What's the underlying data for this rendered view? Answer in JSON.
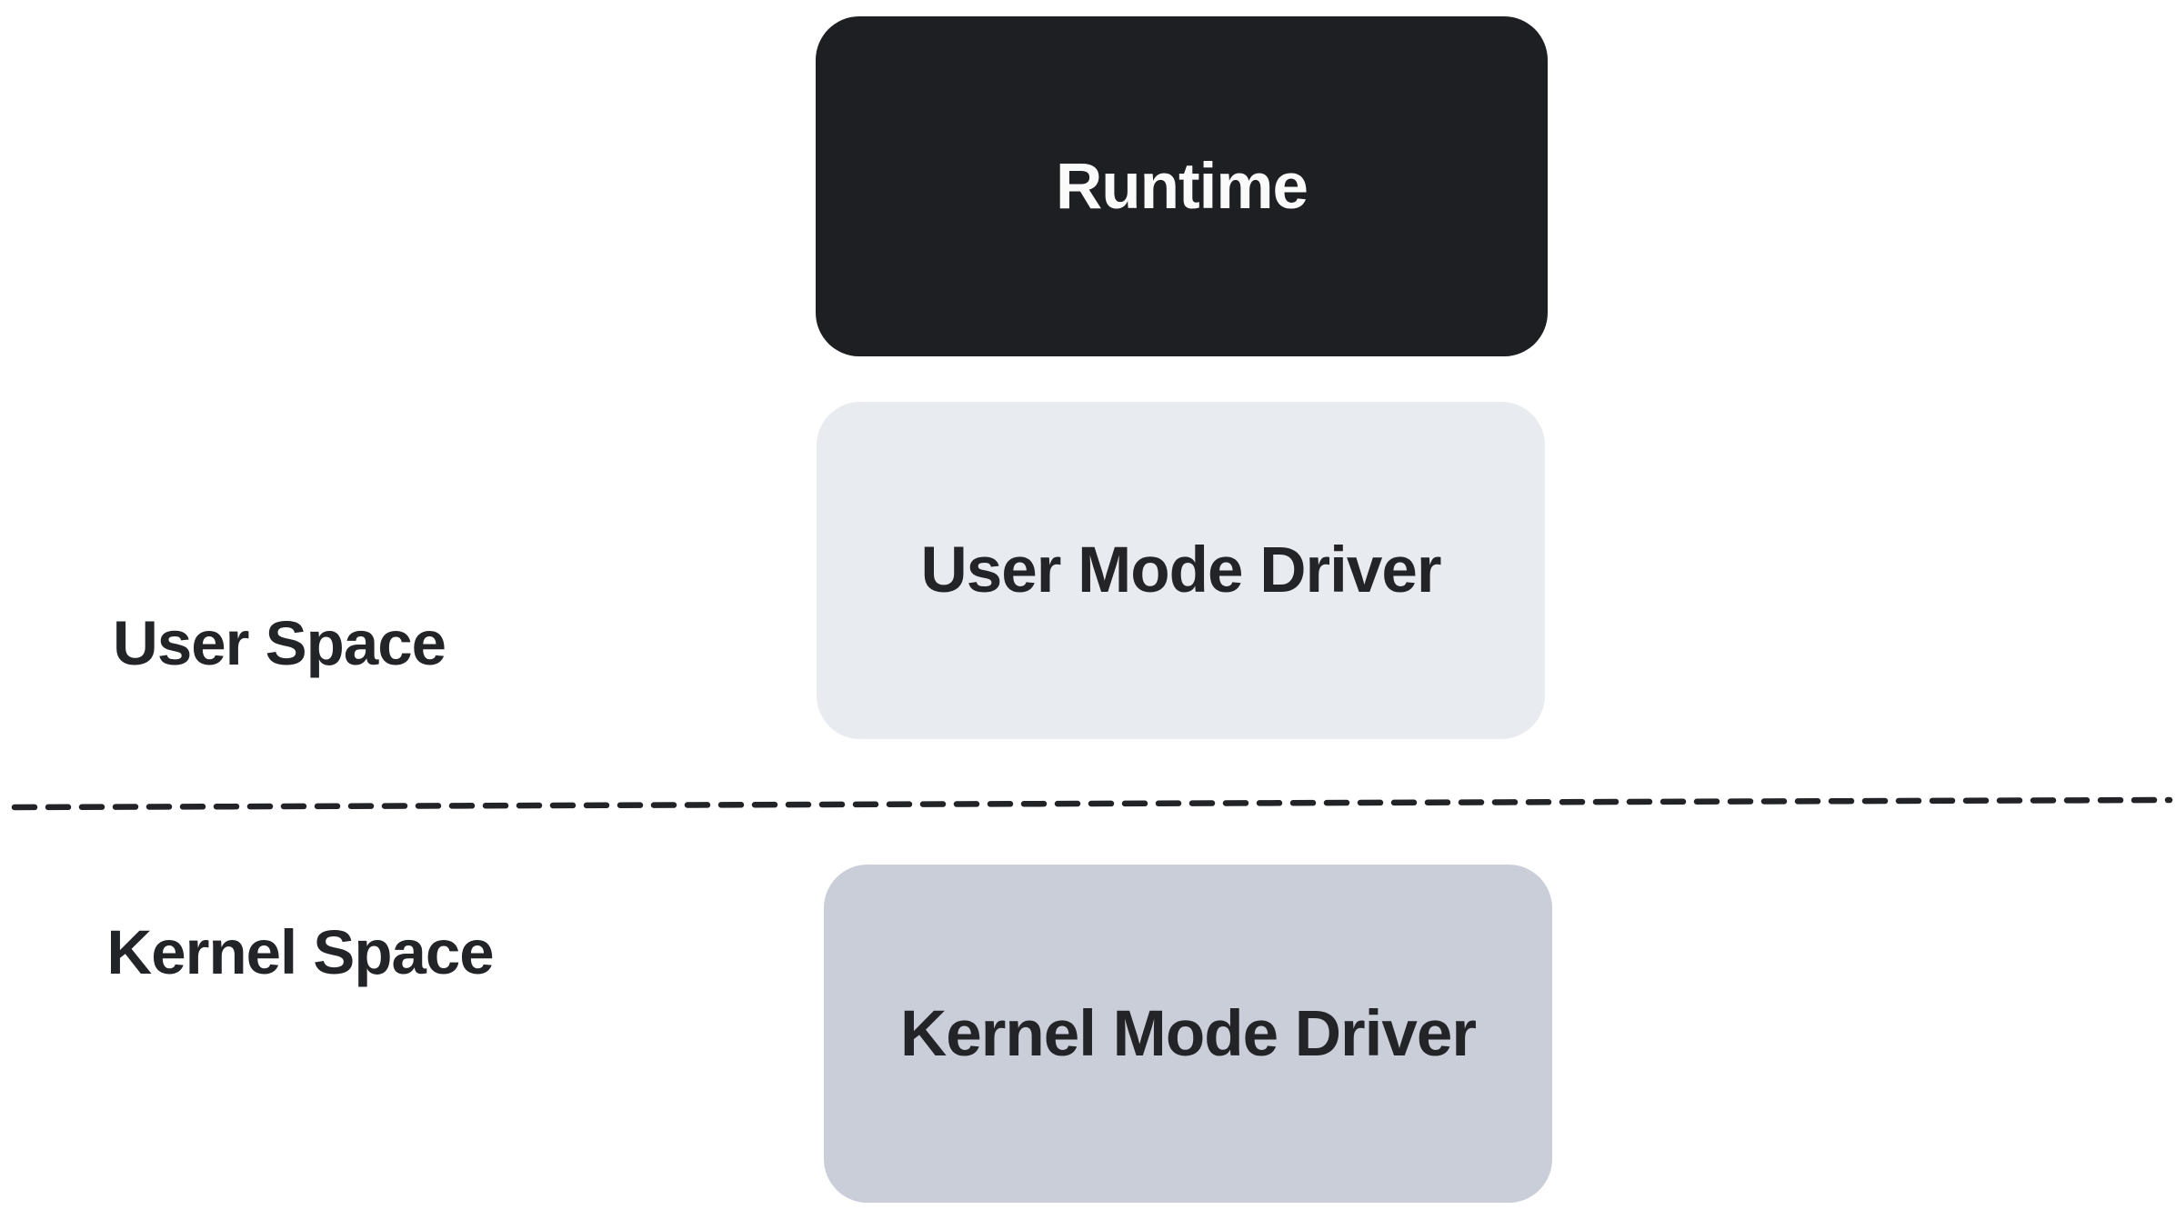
{
  "diagram": {
    "background": "#ffffff",
    "boxes": [
      {
        "id": "runtime",
        "label": "Runtime",
        "fill": "#1e1f22",
        "text_color": "#fafafa"
      },
      {
        "id": "user-mode-driver",
        "label": "User Mode Driver",
        "fill": "#e8ebef",
        "text_color": "#232428"
      },
      {
        "id": "kernel-mode-driver",
        "label": "Kernel Mode Driver",
        "fill": "#c9ced8",
        "text_color": "#232428"
      }
    ],
    "labels": [
      {
        "id": "user-space",
        "text": "User Space",
        "color": "#232428"
      },
      {
        "id": "kernel-space",
        "text": "Kernel Space",
        "color": "#232428"
      }
    ],
    "divider": {
      "style": "dashed",
      "color": "#222326"
    }
  }
}
